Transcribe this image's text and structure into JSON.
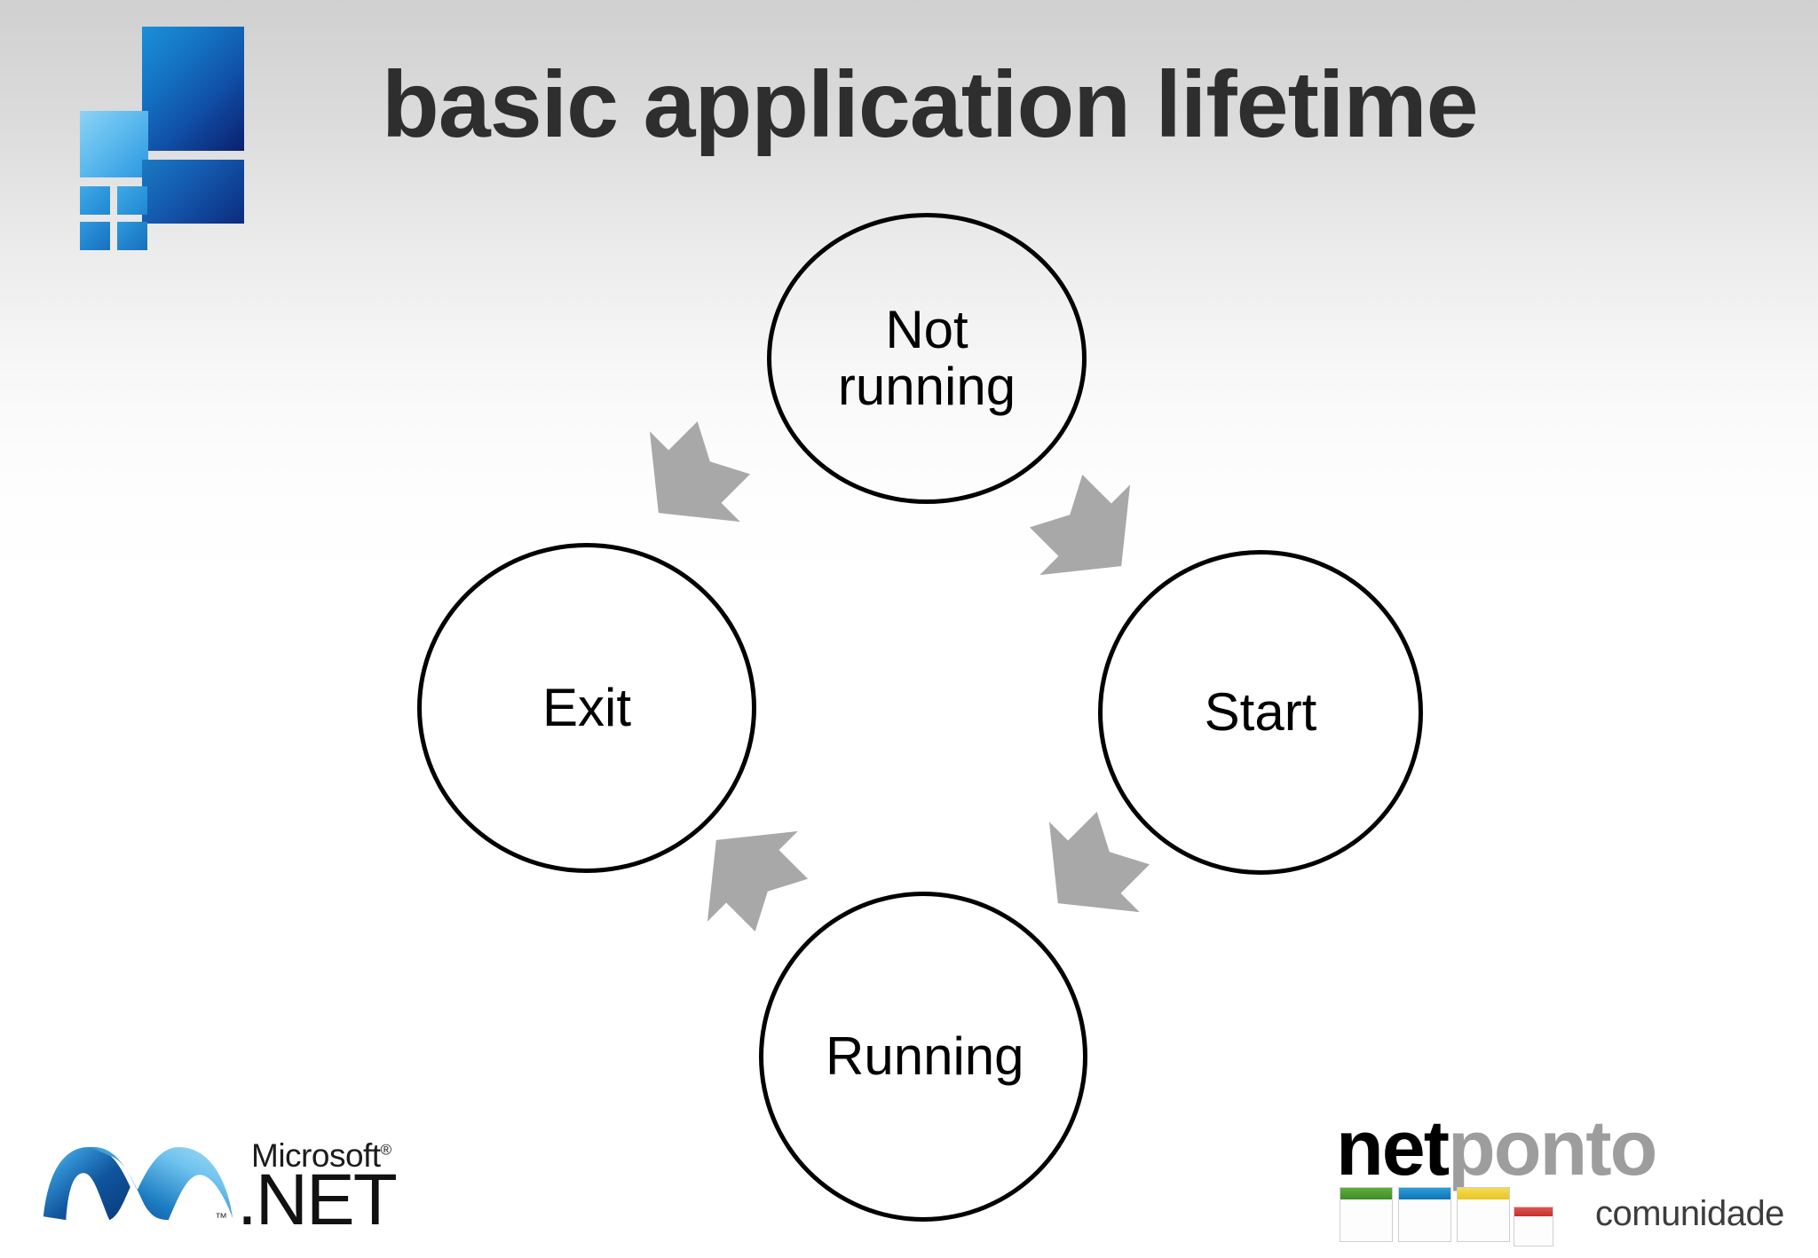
{
  "slide": {
    "title": "basic application lifetime",
    "background_top_color": "#d0d0d0",
    "background_bottom_color": "#ffffff"
  },
  "brand_logo": {
    "name": "metro-squares-logo",
    "tiles": [
      {
        "name": "large-tile",
        "color": "#1050a8"
      },
      {
        "name": "medium-tile",
        "color": "#63bdef"
      },
      {
        "name": "wide-tile",
        "color": "#1358ad"
      },
      {
        "name": "small-tile-1",
        "color": "#1f86d2"
      },
      {
        "name": "small-tile-2",
        "color": "#1f86d2"
      },
      {
        "name": "small-tile-3",
        "color": "#176fbe"
      },
      {
        "name": "small-tile-4",
        "color": "#176fbe"
      }
    ]
  },
  "chart_data": {
    "type": "diagram",
    "title": "basic application lifetime",
    "layout": "cycle",
    "node_shape": "circle",
    "node_stroke": "#000000",
    "node_fill": "transparent",
    "arrow_color": "#a8a8a8",
    "nodes": [
      {
        "id": "not-running",
        "label": "Not running",
        "label_lines": [
          "Not",
          "running"
        ],
        "position": "top"
      },
      {
        "id": "start",
        "label": "Start",
        "label_lines": [
          "Start"
        ],
        "position": "right"
      },
      {
        "id": "running",
        "label": "Running",
        "label_lines": [
          "Runnin",
          "g"
        ],
        "position": "bottom"
      },
      {
        "id": "exit",
        "label": "Exit",
        "label_lines": [
          "Exit"
        ],
        "position": "left"
      }
    ],
    "edges": [
      {
        "from": "not-running",
        "to": "start",
        "direction": "down-right"
      },
      {
        "from": "start",
        "to": "running",
        "direction": "down-left"
      },
      {
        "from": "running",
        "to": "exit",
        "direction": "up-left"
      },
      {
        "from": "exit",
        "to": "not-running",
        "direction": "up-right"
      }
    ]
  },
  "dotnet_logo": {
    "name": "microsoft-dotnet-logo",
    "microsoft": "Microsoft",
    "registered": "®",
    "net": ".NET",
    "tm": "™",
    "accent": "#1d6fb8"
  },
  "netponto_logo": {
    "name": "netponto-comunidade-logo",
    "net": "net",
    "ponto": "ponto",
    "comunidade": "comunidade",
    "square_colors": [
      "#3e8c28",
      "#1072b4",
      "#e8c522",
      "#c5302c"
    ]
  }
}
